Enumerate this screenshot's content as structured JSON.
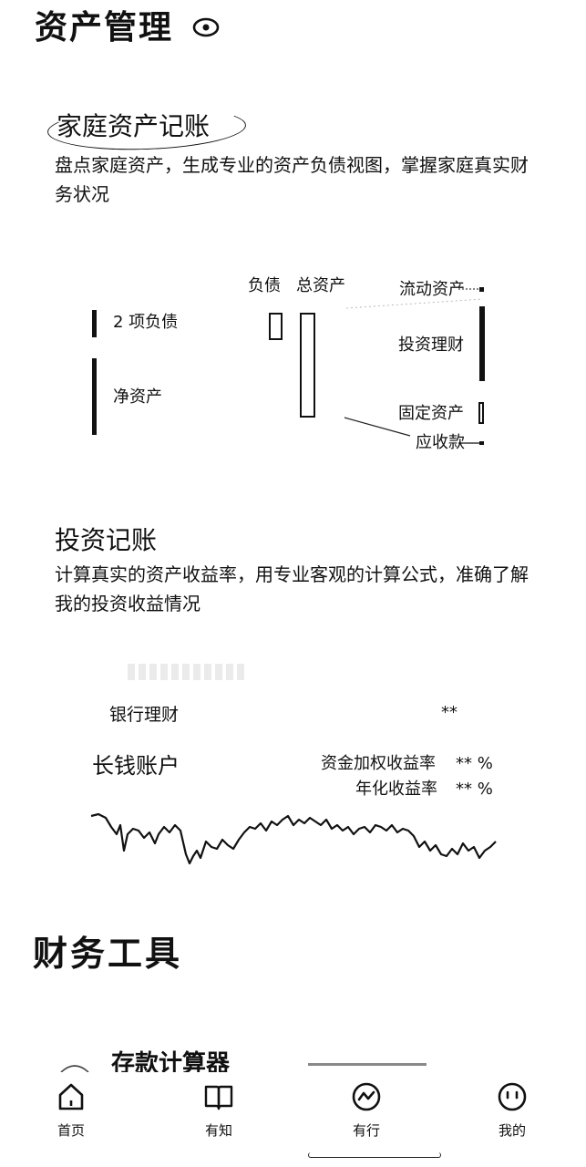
{
  "header": {
    "title": "资产管理"
  },
  "family": {
    "title": "家庭资产记账",
    "desc": "盘点家庭资产，生成专业的资产负债视图，掌握家庭真实财务状况",
    "diagram": {
      "col_liab": "负债",
      "col_total": "总资产",
      "left_top": "2 项负债",
      "left_bottom": "净资产",
      "right_liquid": "流动资产",
      "right_invest": "投资理财",
      "right_fixed": "固定资产",
      "right_recv": "应收款"
    }
  },
  "invest": {
    "title": "投资记账",
    "desc": "计算真实的资产收益率，用专业客观的计算公式，准确了解我的投资收益情况",
    "bank_label": "银行理财",
    "bank_value": "**",
    "account_label": "长钱账户",
    "twr_label": "资金加权收益率",
    "twr_value": "** %",
    "annual_label": "年化收益率",
    "annual_value": "** %"
  },
  "tools": {
    "title": "财务工具",
    "first_item": "存款计算器"
  },
  "tabs": [
    {
      "label": "首页",
      "icon": "home-icon"
    },
    {
      "label": "有知",
      "icon": "book-icon"
    },
    {
      "label": "有行",
      "icon": "trend-icon"
    },
    {
      "label": "我的",
      "icon": "smile-icon"
    }
  ]
}
